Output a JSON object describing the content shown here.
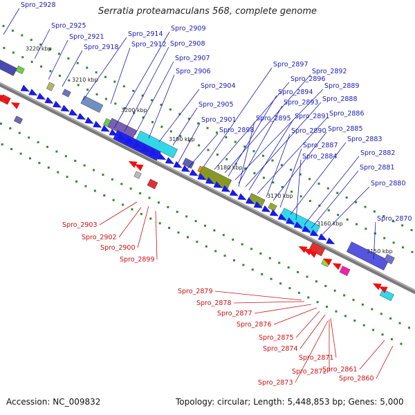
{
  "title": "Serratia proteamaculans 568, complete genome",
  "footer": {
    "accession": "Accession: NC_009832",
    "topology": "Topology: circular; Length: 5,448,853 bp; Genes: 5,000"
  },
  "scale_labels": [
    "3220 kbp",
    "3210 kbp",
    "3200 kbp",
    "3190 kbp",
    "3180 kbp",
    "3170 kbp",
    "3160 kbp",
    "3150 kbp"
  ],
  "forward_labels": [
    "Spro_2928",
    "Spro_2925",
    "Spro_2921",
    "Spro_2918",
    "Spro_2914",
    "Spro_2912",
    "Spro_2909",
    "Spro_2908",
    "Spro_2907",
    "Spro_2906",
    "Spro_2904",
    "Spro_2905",
    "Spro_2901",
    "Spro_2898",
    "Spro_2897",
    "Spro_2896",
    "Spro_2892",
    "Spro_2894",
    "Spro_2889",
    "Spro_2893",
    "Spro_2888",
    "Spro_2895",
    "Spro_2891",
    "Spro_2886",
    "Spro_2890",
    "Spro_2885",
    "Spro_2887",
    "Spro_2883",
    "Spro_2884",
    "Spro_2882",
    "Spro_2881",
    "Spro_2880",
    "Spro_2870"
  ],
  "reverse_labels": [
    "Spro_2903",
    "Spro_2902",
    "Spro_2900",
    "Spro_2899",
    "Spro_2879",
    "Spro_2878",
    "Spro_2877",
    "Spro_2876",
    "Spro_2875",
    "Spro_2874",
    "Spro_2871",
    "Spro_2872",
    "Spro_2873",
    "Spro_2861",
    "Spro_2860"
  ],
  "colors": {
    "forward_label": "#1a1ab8",
    "reverse_label": "#cc1111",
    "backbone": "#808080"
  }
}
